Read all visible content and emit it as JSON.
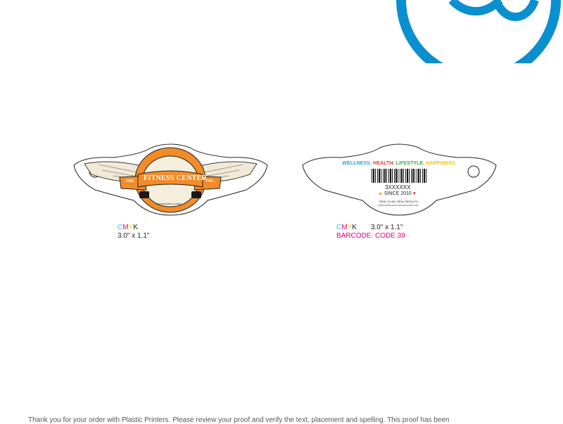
{
  "front": {
    "banner_left": "THE",
    "banner_center": "FITNESS CENTER",
    "banner_right": "INC.",
    "bottom_small": "BODYBUILDING & MORE",
    "colors": [
      "#f28c28",
      "#e8e2d0",
      "#1a1a1a"
    ]
  },
  "back": {
    "tagline": [
      {
        "text": "WELLNESS.",
        "color": "#2f9fd8"
      },
      {
        "text": "HEALTH.",
        "color": "#e8352e"
      },
      {
        "text": "LIFESTYLE.",
        "color": "#3aa845"
      },
      {
        "text": "HAPPINESS.",
        "color": "#f2c400"
      }
    ],
    "barcode_number": "3XXXXXX",
    "since": "SINCE 2010",
    "line1": "REAL CLUB | REAL RESULTS",
    "line2": "WWW.SPRINGWIFITNESSCENTER.COM"
  },
  "spec_front": {
    "c": "C",
    "m": "M",
    "y": "Y",
    "k": "K",
    "dims": "3.0\" x 1.1\""
  },
  "spec_back": {
    "c": "C",
    "m": "M",
    "y": "Y",
    "k": "K",
    "dims": "3.0\" x 1.1\"",
    "barcode": "BARCODE: CODE 39"
  },
  "footer": "Thank you for your order with Plastic Printers.  Please review your proof and verify the text, placement and spelling.  This proof has been",
  "brand_color": "#0a8fd0"
}
